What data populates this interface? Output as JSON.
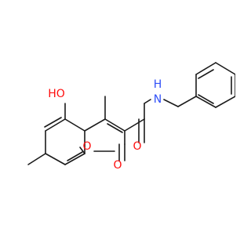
{
  "molecule": {
    "atoms": {
      "hydroxyl_label": "HO",
      "ring_oxygen_label": "O",
      "carbonyl_oxygen_label": "O",
      "amide_oxygen_label": "O",
      "amide_nitrogen_label": "N",
      "amide_hydrogen_label": "H"
    },
    "colors": {
      "bond": "#1a1a1a",
      "oxygen": "#ff0d0d",
      "nitrogen": "#3050f8"
    }
  }
}
